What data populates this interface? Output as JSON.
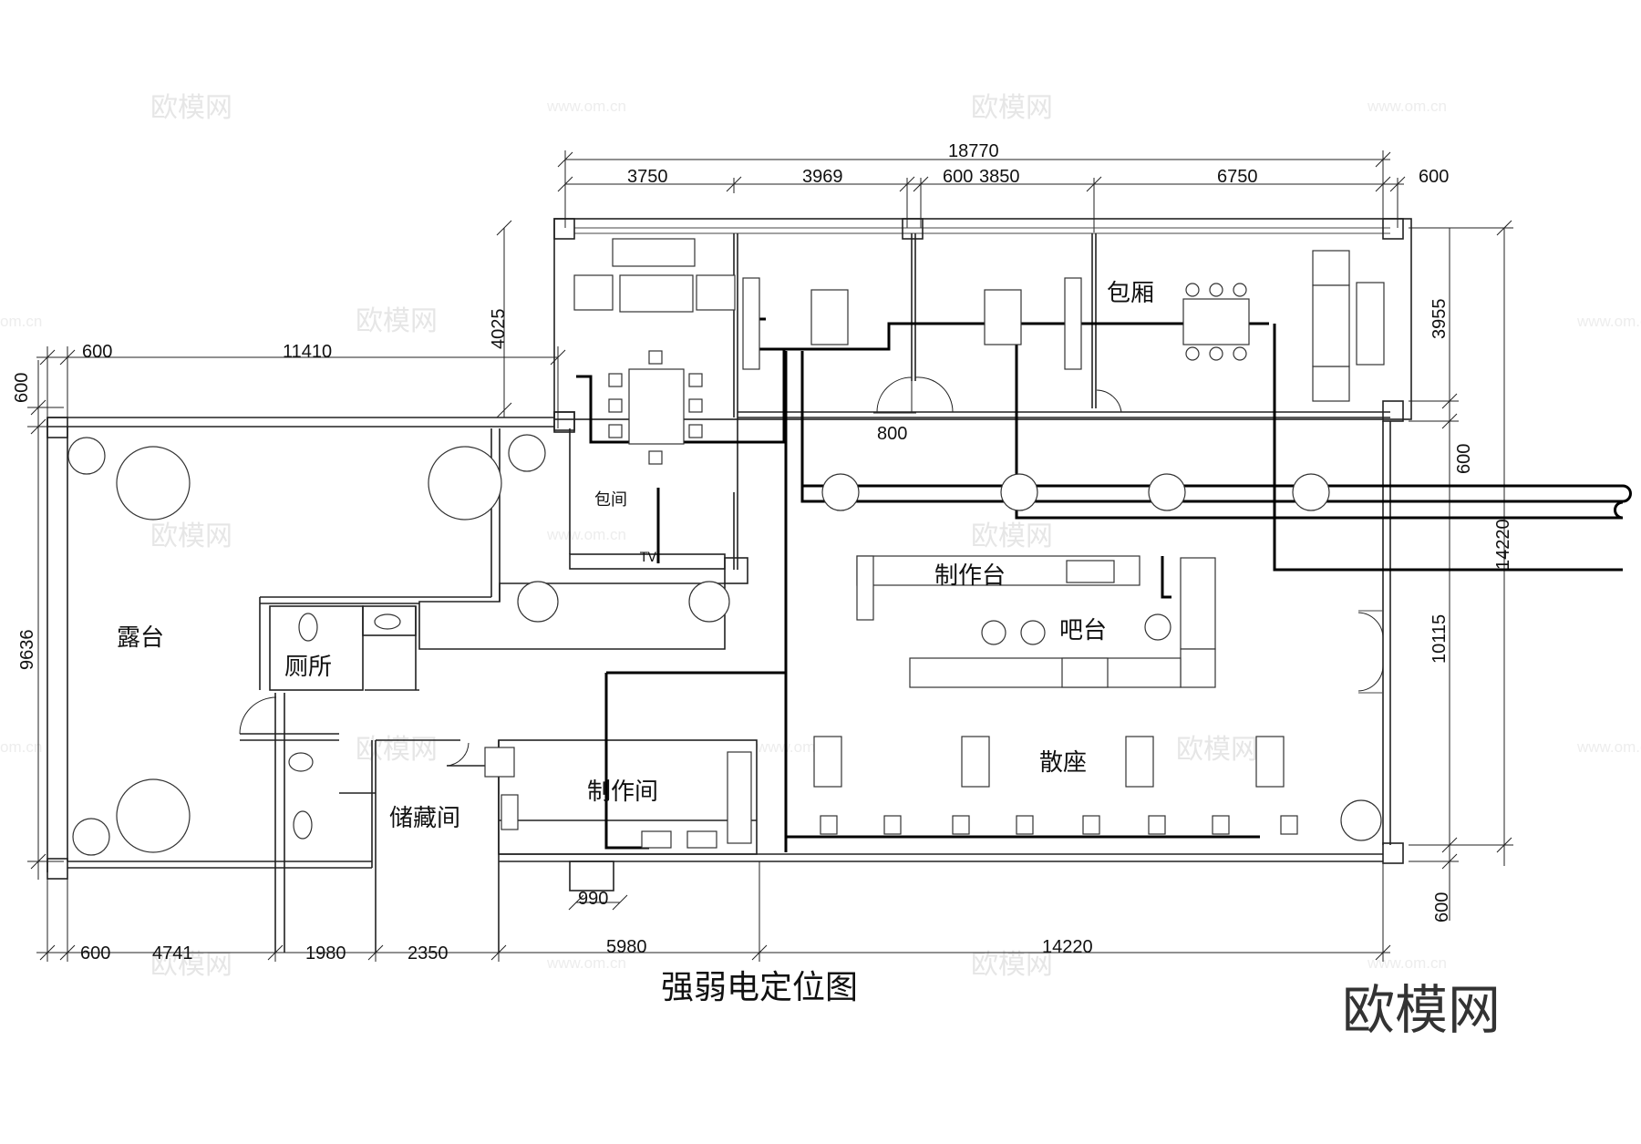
{
  "diagram": {
    "title": "强弱电定位图",
    "brand": "欧模网",
    "watermarks": {
      "text": "欧模网",
      "url": "www.om.cn",
      "side": "om.cn"
    },
    "rooms": {
      "terrace": "露台",
      "toilet": "厕所",
      "storage": "储藏间",
      "private_room_small": "包间",
      "private_room": "包厢",
      "workbench": "制作台",
      "bar": "吧台",
      "kitchen": "制作间",
      "open_seating": "散座",
      "tv": "TV"
    },
    "dimensions": {
      "top_total": "18770",
      "top": [
        "3750",
        "3969",
        "600",
        "3850",
        "6750",
        "600"
      ],
      "left_top": [
        "600",
        "11410"
      ],
      "bottom": [
        "600",
        "4741",
        "1980",
        "2350",
        "5980",
        "14220"
      ],
      "left_vertical": [
        "600",
        "9636"
      ],
      "left_vertical_upper": "4025",
      "right_vertical": [
        "3955",
        "600",
        "10115",
        "600"
      ],
      "right_total": "14220",
      "door": "800",
      "bottom_small": "990"
    }
  }
}
